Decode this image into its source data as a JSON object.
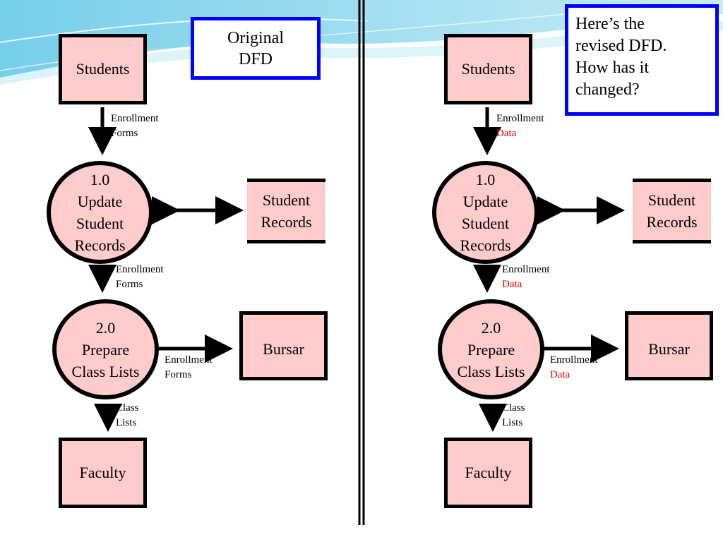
{
  "title_box": {
    "line1": "Original",
    "line2": "DFD"
  },
  "note_box": {
    "lines": [
      "Here’s the",
      "revised DFD.",
      "How has it",
      "changed?"
    ]
  },
  "original": {
    "students": "Students",
    "flow1": {
      "line1": "Enrollment",
      "line2": "Forms"
    },
    "process1": {
      "id": "1.0",
      "line1": "Update",
      "line2": "Student",
      "line3": "Records"
    },
    "store": {
      "line1": "Student",
      "line2": "Records"
    },
    "flow2": {
      "line1": "Enrollment",
      "line2": "Forms"
    },
    "process2": {
      "id": "2.0",
      "line1": "Prepare",
      "line2": "Class Lists"
    },
    "bursar": "Bursar",
    "flow3": {
      "line1": "Enrollment",
      "line2": "Forms"
    },
    "flow4": {
      "line1": "Class",
      "line2": "Lists"
    },
    "faculty": "Faculty"
  },
  "revised": {
    "students": "Students",
    "flow1": {
      "line1": "Enrollment",
      "line2": "Data"
    },
    "process1": {
      "id": "1.0",
      "line1": "Update",
      "line2": "Student",
      "line3": "Records"
    },
    "store": {
      "line1": "Student",
      "line2": "Records"
    },
    "flow2": {
      "line1": "Enrollment",
      "line2": "Data"
    },
    "process2": {
      "id": "2.0",
      "line1": "Prepare",
      "line2": "Class Lists"
    },
    "bursar": "Bursar",
    "flow3": {
      "line1": "Enrollment",
      "line2": "Data"
    },
    "flow4": {
      "line1": "Class",
      "line2": "Lists"
    },
    "faculty": "Faculty"
  },
  "colors": {
    "node_fill": "#ffcccc",
    "box_border": "#0000ff",
    "changed_text": "#e00000",
    "background_wave": "#7fd0ea"
  }
}
